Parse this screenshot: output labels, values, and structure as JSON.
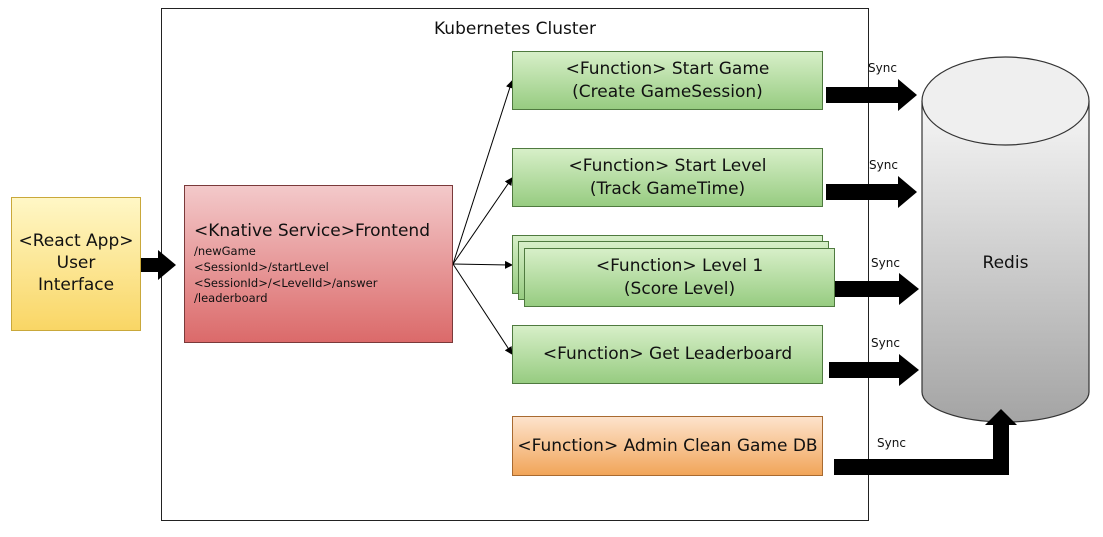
{
  "cluster": {
    "title": "Kubernetes Cluster"
  },
  "react_app": {
    "lines": [
      "<React App>",
      "User",
      "Interface"
    ]
  },
  "frontend": {
    "title": "<Knative Service>Frontend",
    "routes": [
      "/newGame",
      "<SessionId>/startLevel",
      "<SessionId>/<LevelId>/answer",
      "/leaderboard"
    ]
  },
  "functions": [
    {
      "line1": "<Function> Start Game",
      "line2": "(Create GameSession)"
    },
    {
      "line1": "<Function> Start Level",
      "line2": "(Track GameTime)"
    },
    {
      "line1": "<Function> Level 1",
      "line2": "(Score Level)"
    },
    {
      "line1": "<Function> Get Leaderboard"
    }
  ],
  "admin_function": {
    "label": "<Function> Admin Clean Game DB"
  },
  "sync_label": "Sync",
  "redis": {
    "label": "Redis"
  }
}
